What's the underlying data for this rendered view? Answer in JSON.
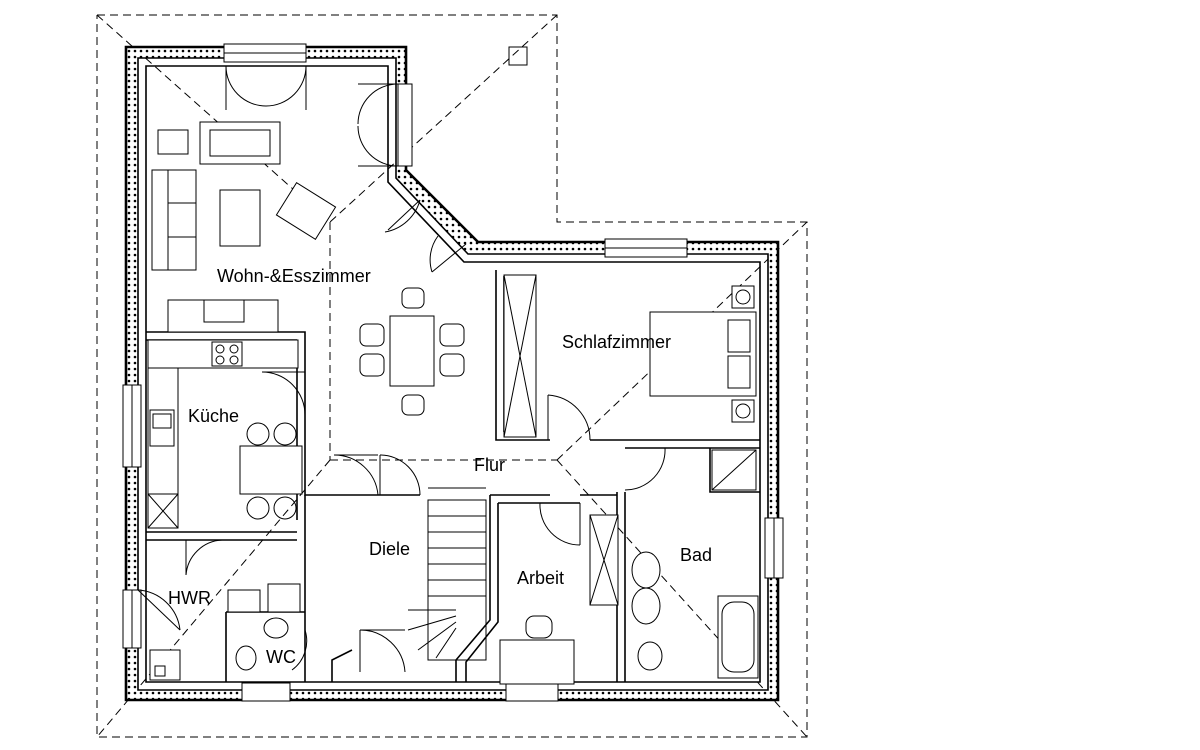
{
  "rooms": {
    "wohn": "Wohn-&Esszimmer",
    "schlaf": "Schlafzimmer",
    "kueche": "Küche",
    "flur": "Flur",
    "diele": "Diele",
    "arbeit": "Arbeit",
    "bad": "Bad",
    "hwr": "HWR",
    "wc": "WC"
  }
}
